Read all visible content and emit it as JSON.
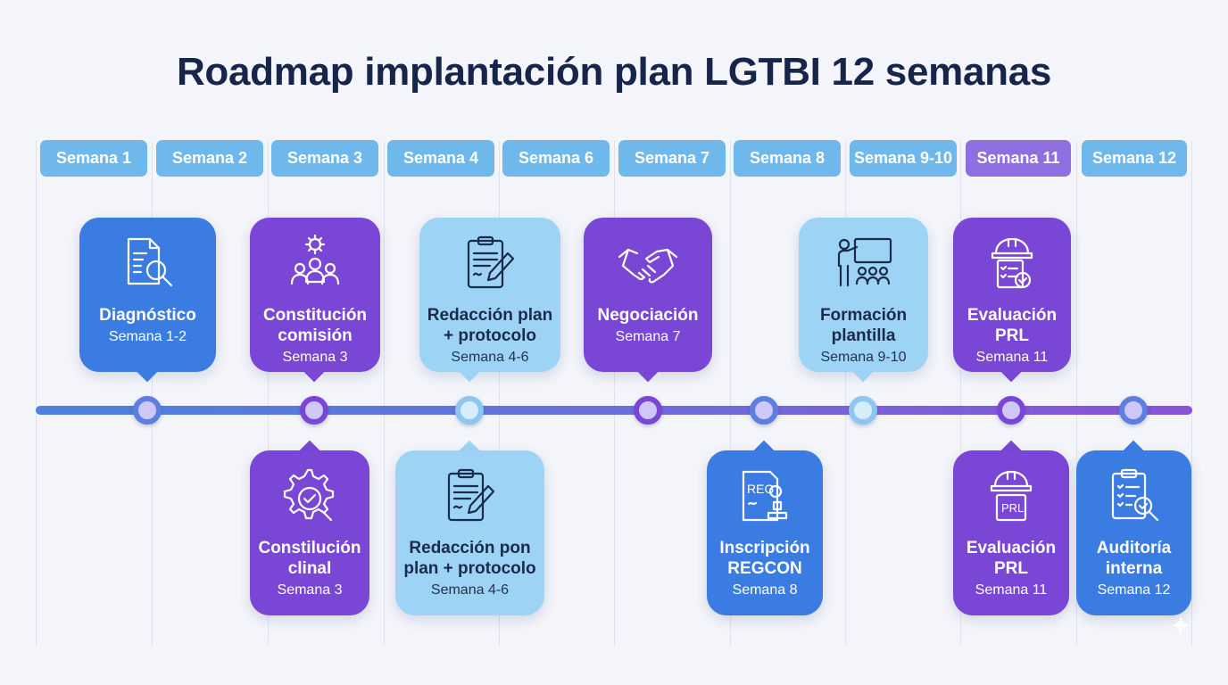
{
  "title": "Roadmap implantación plan LGTBI 12 semanas",
  "weeks": [
    "Semana 1",
    "Semana 2",
    "Semana 3",
    "Semana 4",
    "Semana 6",
    "Semana 7",
    "Semana 8",
    "Semana 9-10",
    "Semana 11",
    "Semana 12"
  ],
  "highlighted_week": "Semana 11",
  "milestones_top": [
    {
      "name": "Diagnóstico",
      "week": "Semana 1-2",
      "icon": "document-search-icon",
      "color": "blue"
    },
    {
      "name": "Constitución comisión",
      "week": "Semana 3",
      "icon": "team-gear-icon",
      "color": "purple"
    },
    {
      "name": "Redacción plan + protocolo",
      "week": "Semana 4-6",
      "icon": "clipboard-pen-icon",
      "color": "light"
    },
    {
      "name": "Negociación",
      "week": "Semana 7",
      "icon": "handshake-icon",
      "color": "purple"
    },
    {
      "name": "Formación plantilla",
      "week": "Semana 9-10",
      "icon": "presentation-icon",
      "color": "light"
    },
    {
      "name": "Evaluación PRL",
      "week": "Semana 11",
      "icon": "hardhat-checklist-icon",
      "color": "purple"
    }
  ],
  "milestones_bottom": [
    {
      "name": "Constilución clinal",
      "week": "Semana 3",
      "icon": "gear-check-icon",
      "color": "purple"
    },
    {
      "name": "Redacción pon plan + protocolo",
      "week": "Semana 4-6",
      "icon": "clipboard-pen-icon",
      "color": "light"
    },
    {
      "name": "Inscripción REGCON",
      "week": "Semana 8",
      "icon": "register-stamp-icon",
      "color": "blue",
      "icon_text": "REG"
    },
    {
      "name": "Evaluación PRL",
      "week": "Semana 11",
      "icon": "hardhat-document-icon",
      "color": "purple",
      "icon_text": "PRL"
    },
    {
      "name": "Auditoría interna",
      "week": "Semana 12",
      "icon": "checklist-search-icon",
      "color": "blue"
    }
  ],
  "colors": {
    "blue": "#3a7ce2",
    "purple": "#7a46d6",
    "light": "#9dd4f6",
    "week_tab": "#6eb8ec",
    "week_tab_highlight": "#8f6ee2",
    "title": "#17254a",
    "background": "#f3f5fa"
  }
}
